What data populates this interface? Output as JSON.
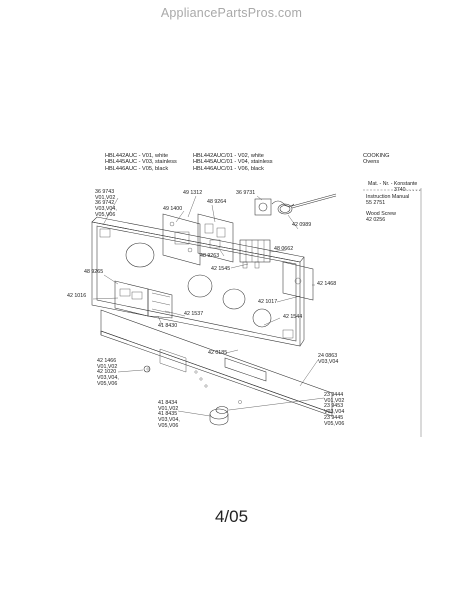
{
  "watermark": "AppliancePartsPros.com",
  "models_left": [
    "HBL442AUC - V01, white",
    "HBL445AUC - V03, stainless",
    "HBL446AUC - V05, black"
  ],
  "models_right": [
    "HBL442AUC/01 - V02, white",
    "HBL445AUC/01 - V04, stainless",
    "HBL446AUC/01 - V06, black"
  ],
  "category": [
    "COOKING",
    "Ovens"
  ],
  "right_notes": {
    "header": "Mat. - Nr. - Konstante",
    "header_code": "3740 . . . . .",
    "manual_label": "Instruction Manual",
    "manual_no": "55 2751",
    "screw_label": "Wood Screw",
    "screw_no": "42 0256"
  },
  "parts": [
    [
      "36 9743",
      "V01,V02",
      "36 9742",
      "V03,V04,",
      "V05,V06"
    ],
    [
      "49 1400"
    ],
    [
      "49 1312"
    ],
    [
      "48 9264"
    ],
    [
      "36 9731"
    ],
    [
      "42 0989"
    ],
    [
      "48 9263"
    ],
    [
      "48 0662"
    ],
    [
      "42 1545"
    ],
    [
      "48 9265"
    ],
    [
      "42 1468"
    ],
    [
      "42 1016"
    ],
    [
      "42 1537"
    ],
    [
      "42 1017"
    ],
    [
      "41 8430"
    ],
    [
      "42 1544"
    ],
    [
      "42 0185"
    ],
    [
      "42 1466",
      "V01,V02",
      "42 1020",
      "V03,V04,",
      "V05,V06"
    ],
    [
      "24 0863",
      "V03,V04"
    ],
    [
      "23 9444",
      "V01,V02",
      "23 9453",
      "V03,V04",
      "23 9445",
      "V05,V06"
    ],
    [
      "41 8434",
      "V01,V02",
      "41 8435",
      "V03,V04,",
      "V05,V06"
    ]
  ],
  "footer": "4/05"
}
